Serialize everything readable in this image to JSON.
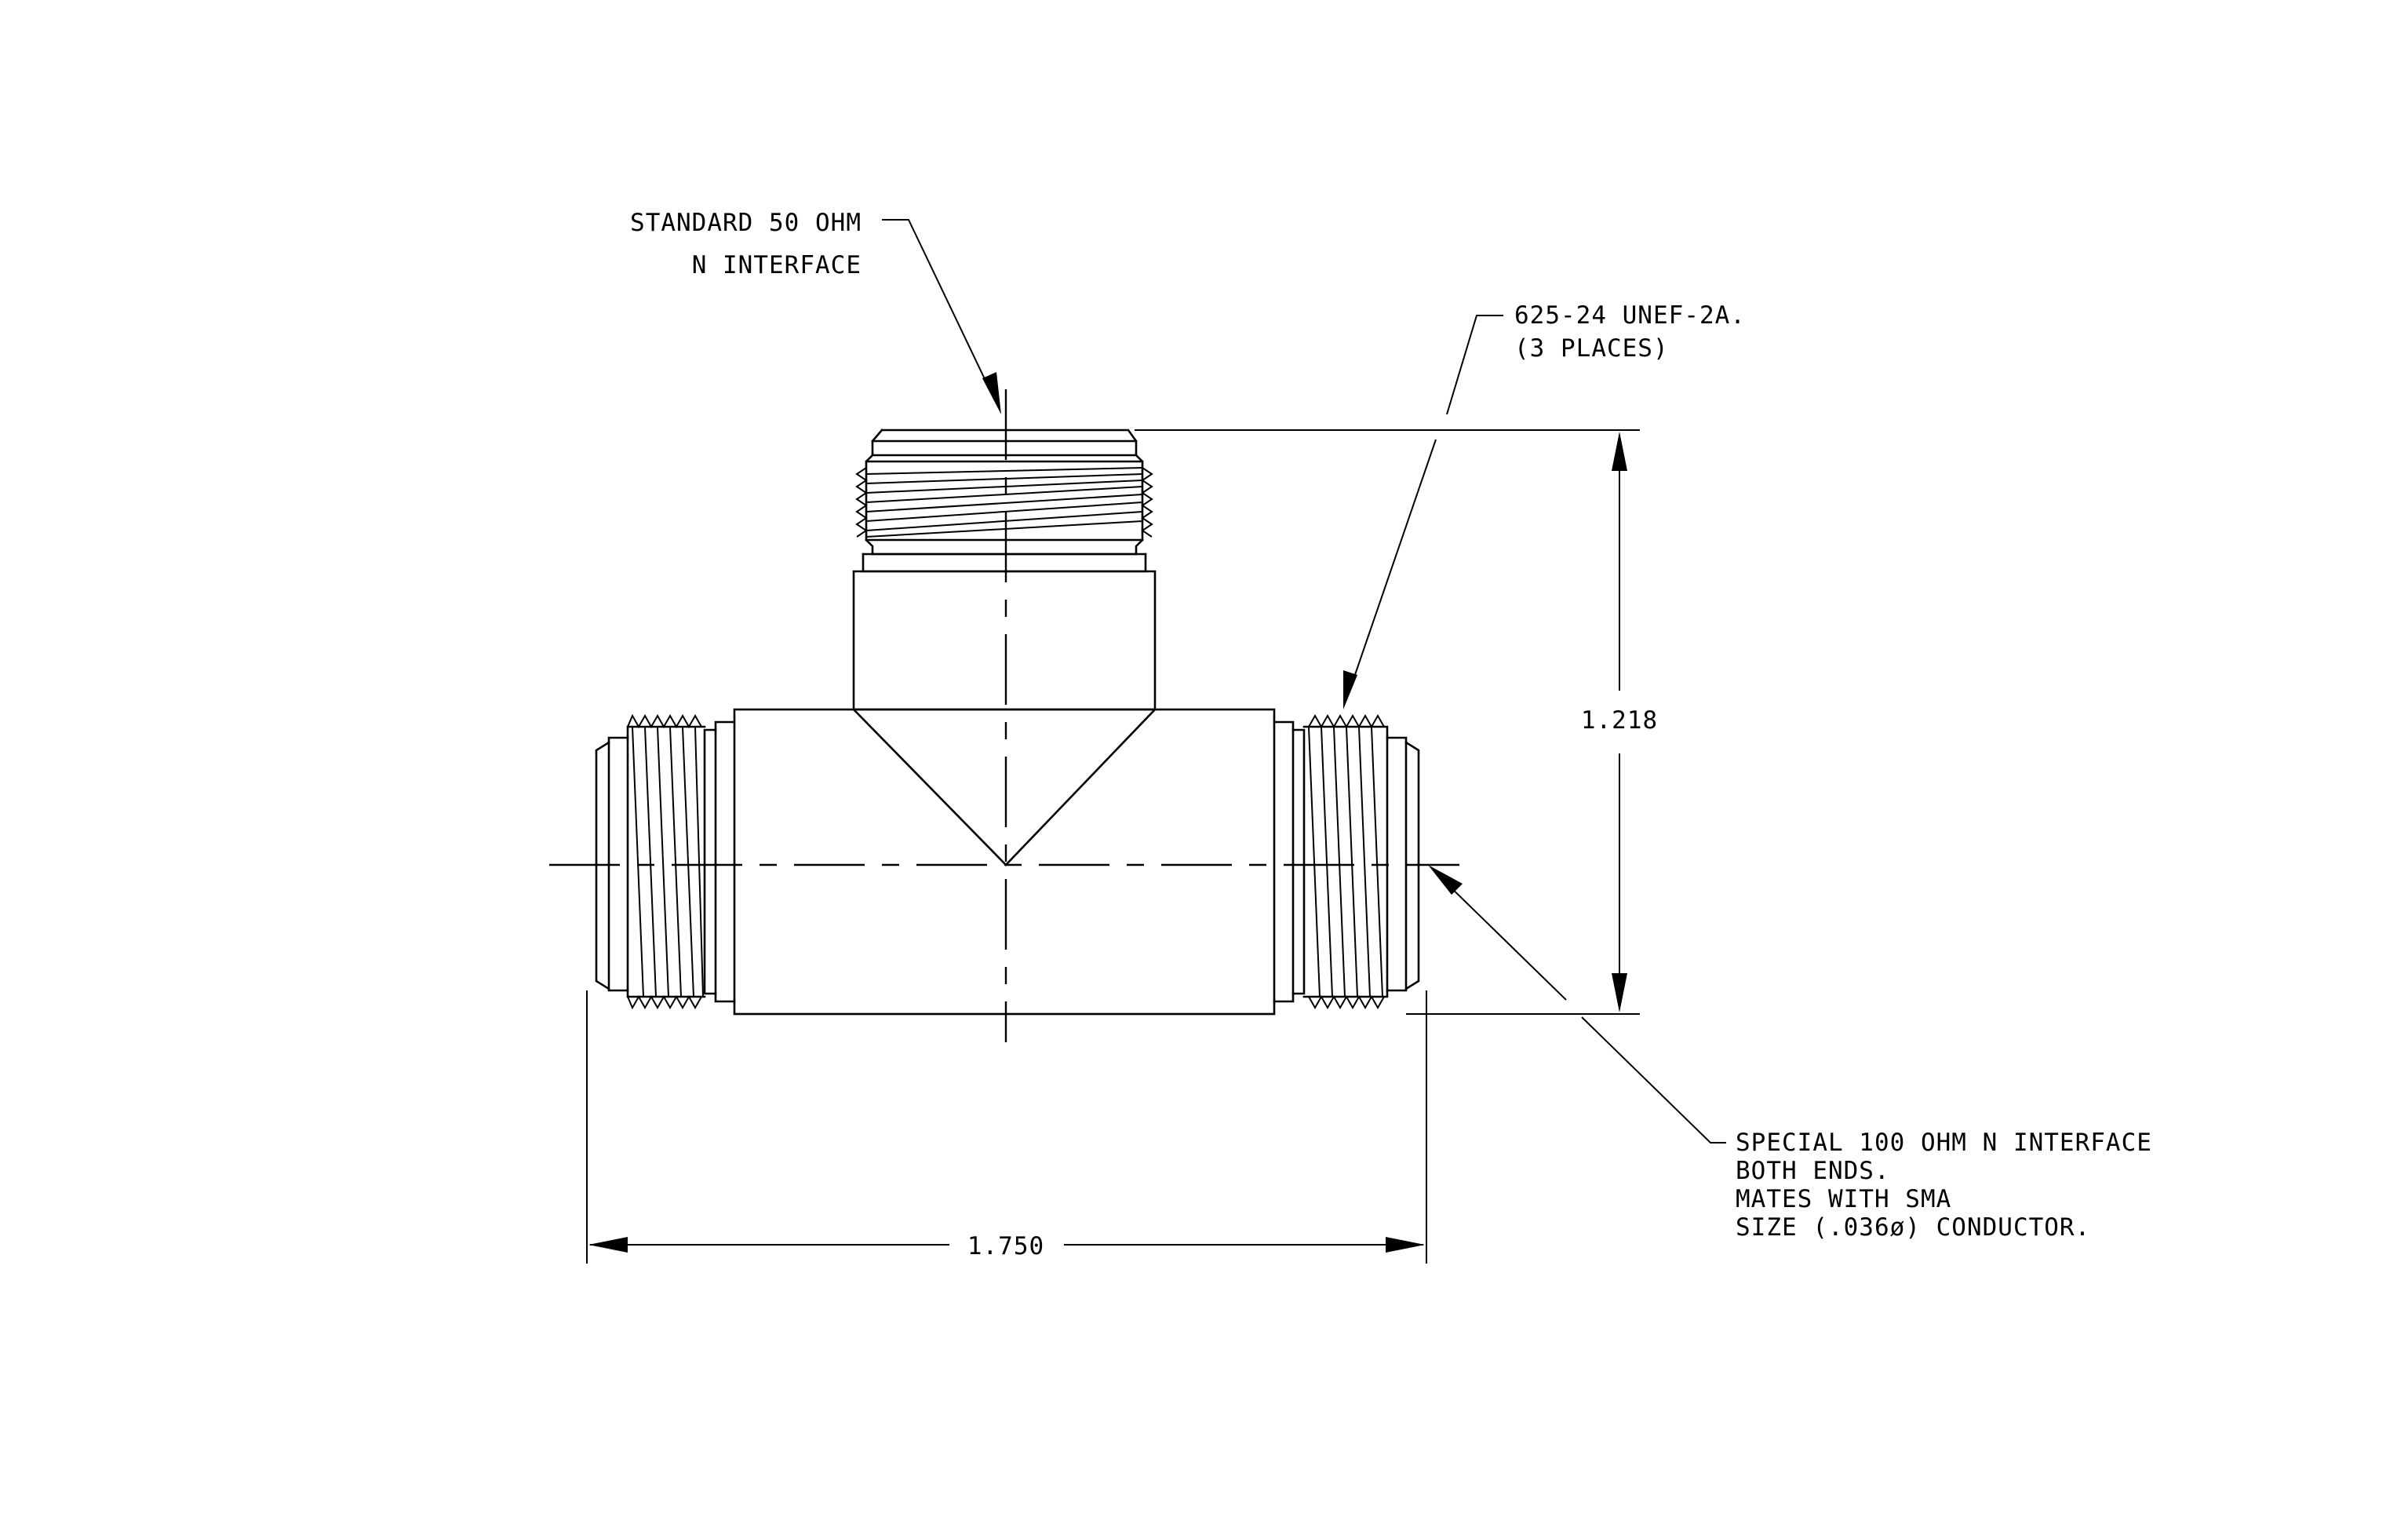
{
  "colors": {
    "background": "#ffffff",
    "ink": "#000000"
  },
  "notes": {
    "top_interface": [
      "STANDARD 50 OHM",
      "N INTERFACE"
    ],
    "thread_spec": [
      "625-24 UNEF-2A.",
      "(3 PLACES)"
    ],
    "side_interface": [
      "SPECIAL 100 OHM N INTERFACE",
      "BOTH ENDS.",
      "MATES WITH SMA",
      "SIZE (.036ø) CONDUCTOR."
    ]
  },
  "dimensions": {
    "height": "1.218",
    "width": "1.750"
  }
}
